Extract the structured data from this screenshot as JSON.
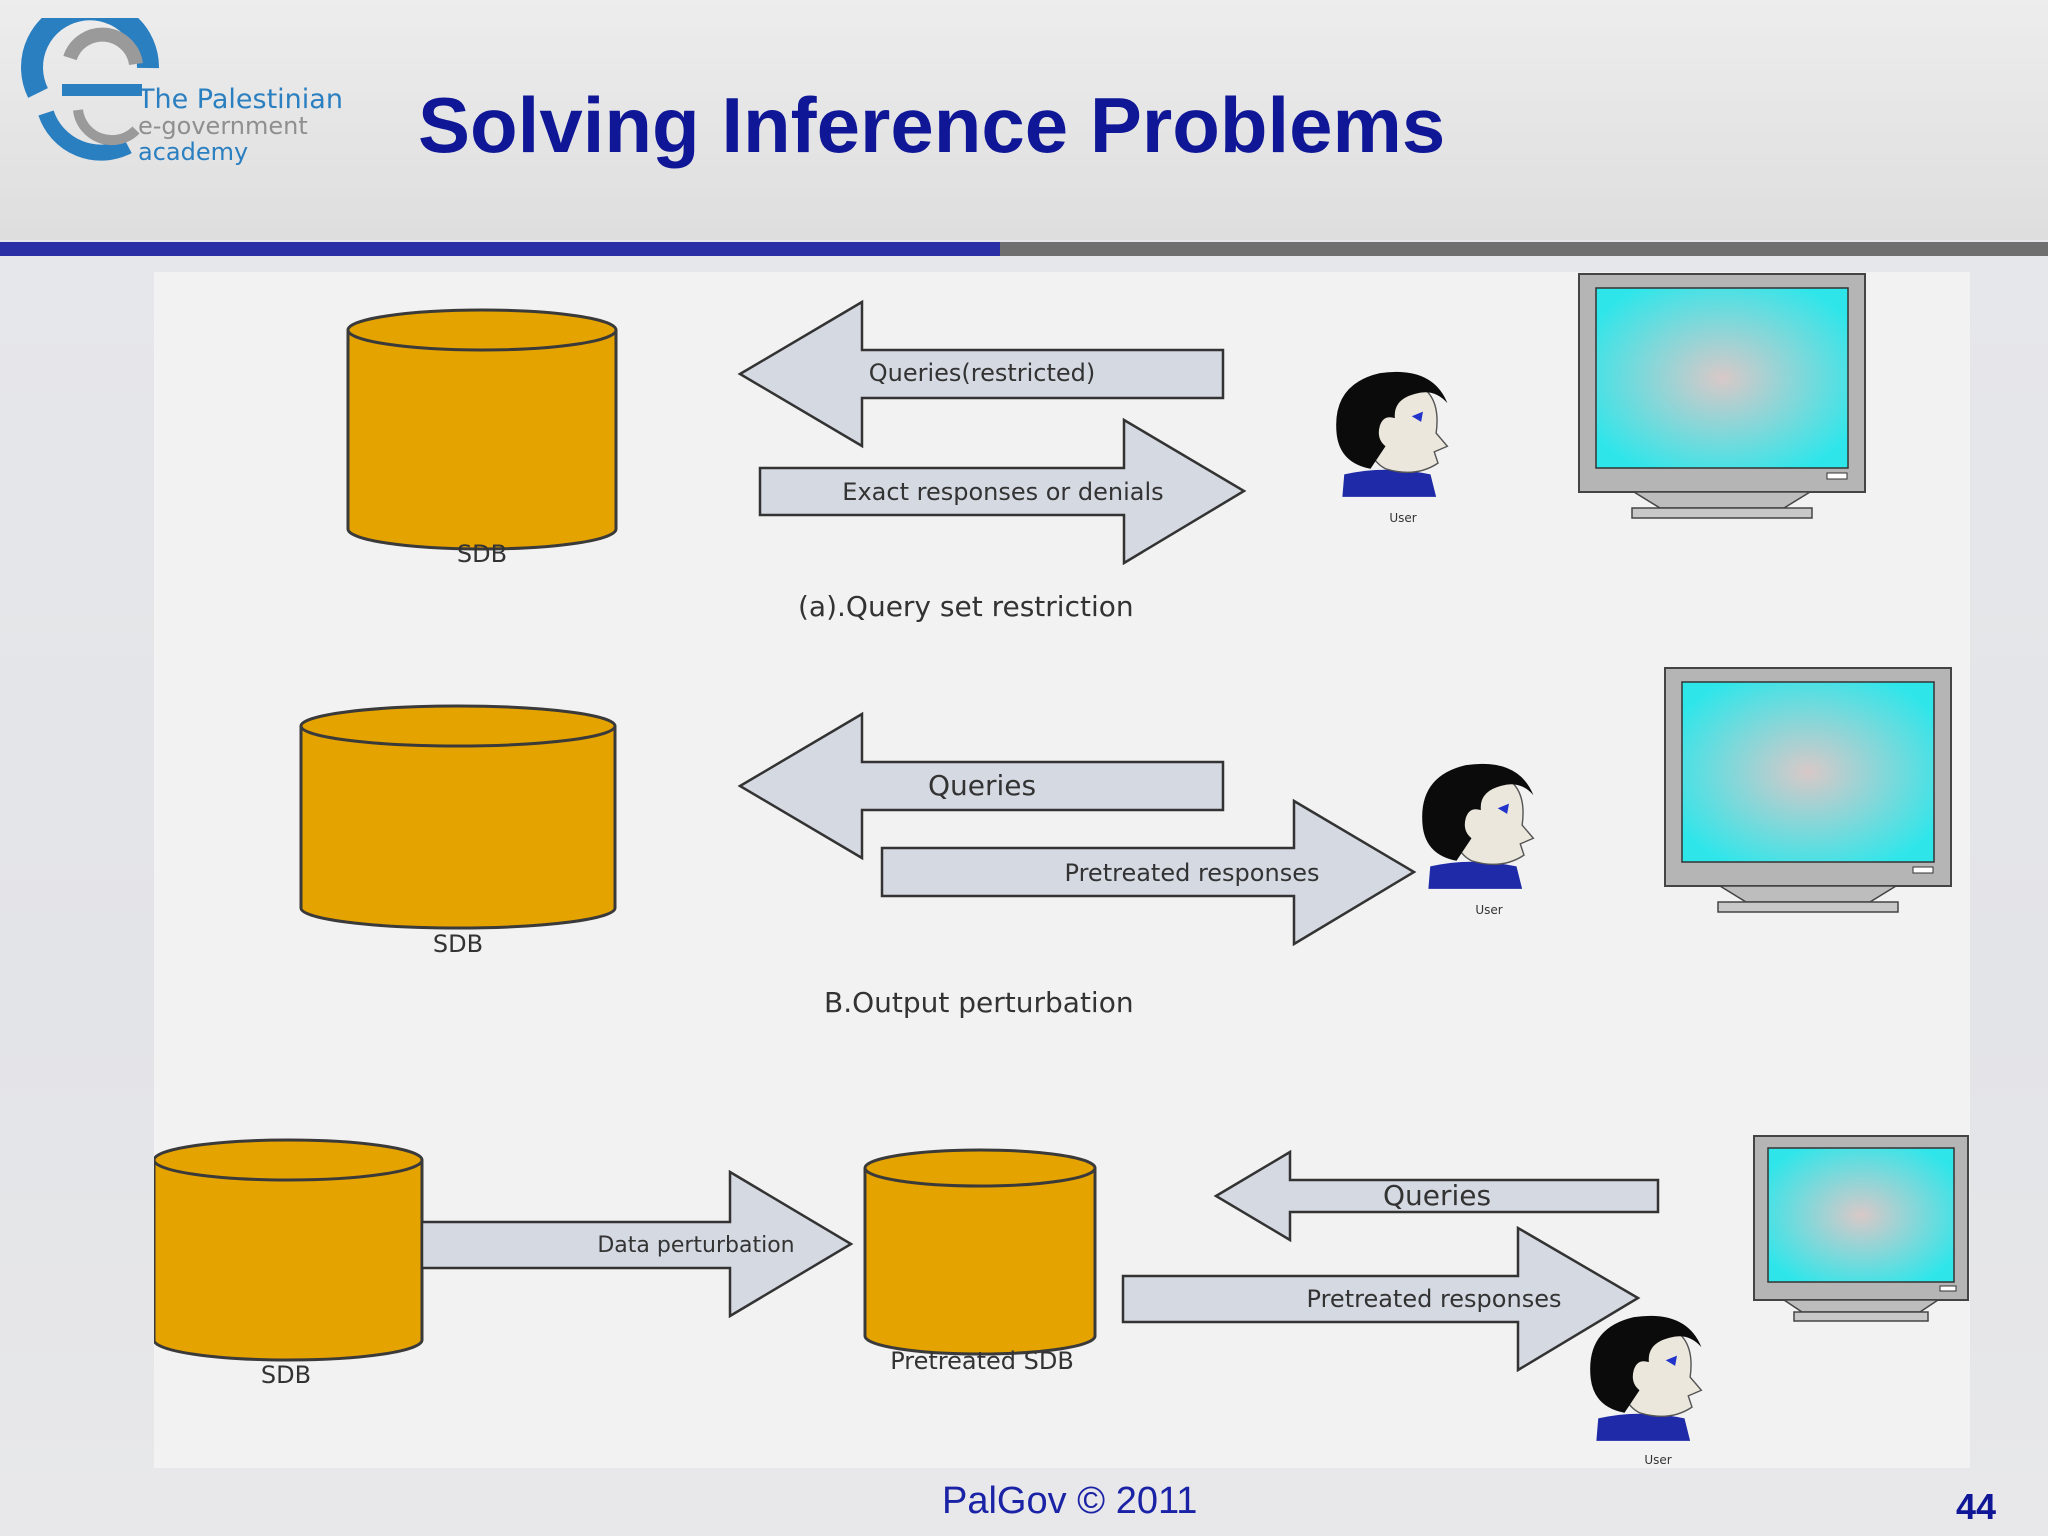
{
  "header": {
    "title": "Solving Inference Problems",
    "logo": {
      "line1": "The Palestinian",
      "line2": "e-government",
      "line3": "academy"
    }
  },
  "diagram": {
    "section_a": {
      "db_label": "SDB",
      "arrow_left_label": "Queries(restricted)",
      "arrow_right_label": "Exact responses or denials",
      "user_label": "User",
      "caption": "(a).Query set restriction"
    },
    "section_b": {
      "db_label": "SDB",
      "arrow_left_label": "Queries",
      "arrow_right_label": "Pretreated responses",
      "user_label": "User",
      "caption": "B.Output perturbation"
    },
    "section_c": {
      "db_label": "SDB",
      "perturb_arrow_label": "Data perturbation",
      "pretreated_db_label": "Pretreated SDB",
      "arrow_left_label": "Queries",
      "arrow_right_label": "Pretreated responses",
      "user_label": "User"
    }
  },
  "footer": {
    "text": "PalGov © 2011",
    "page_number": "44"
  },
  "colors": {
    "title": "#0f1796",
    "database_fill": "#e5a300",
    "arrow_fill": "#d5d9e2",
    "monitor_screen": "#33e3e8",
    "accent_blue": "#2b2fa6"
  }
}
